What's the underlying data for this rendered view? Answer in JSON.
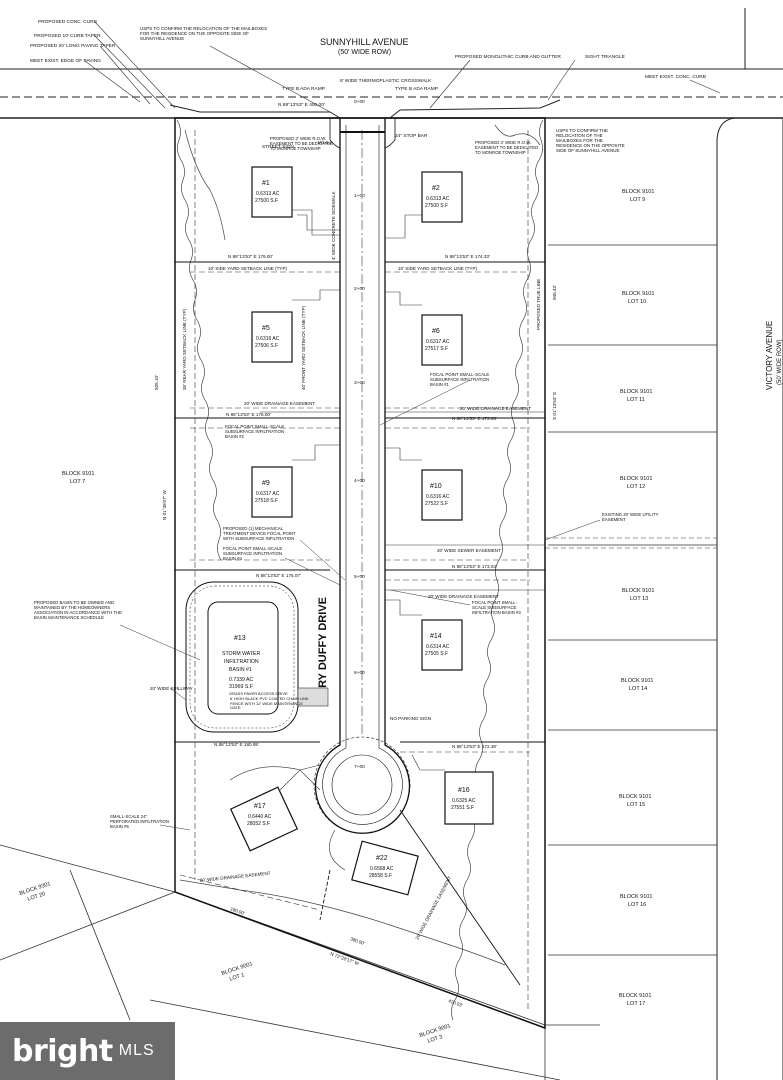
{
  "streets": {
    "top_name": "SUNNYHILL AVENUE",
    "top_row": "(50' WIDE ROW)",
    "right_name": "VICTORY AVENUE",
    "right_row": "(50' WIDE ROW)",
    "drive_name": "MARY DUFFY DRIVE"
  },
  "top_notes": {
    "curb": "PROPOSED CONC. CURB",
    "taper": "PROPOSED 10' CURB TAPER",
    "paving_taper": "PROPOSED 20' LONG PAVING TAPER",
    "edge": "MEET EXIST. EDGE OF PAVING",
    "usps": "USPS TO CONFIRM THE RELOCATION OF THE MAILBOXES FOR THE RESIDENCE ON THE OPPOSITE SIDE OF SUNNYHILL AVENUE",
    "crosswalk": "8' WIDE THERMOPLASTIC CROSSWALK",
    "curb_gutter": "PROPOSED MONOLITHIC CURB AND GUTTER",
    "sight": "SIGHT TRIANGLE",
    "meet_curb": "MEET EXIST. CONC. CURB",
    "ada_left": "TYPE B ADA RAMP",
    "ada_right": "TYPE B ADA RAMP",
    "frontage": "N 88°13'53\" E 400.00'",
    "stop_bar": "24\" STOP BAR",
    "street_sign": "STREET SIGN",
    "stop_sign": "W14-2",
    "usps_right": "USPS TO CONFIRM THE RELOCATION OF THE MAILBOXES FOR THE RESIDENCE ON THE OPPOSITE SIDE OF SUNNYHILL AVENUE"
  },
  "lots": [
    {
      "id": "#1",
      "acres": "0.6313 AC",
      "sf": "27500 S.F"
    },
    {
      "id": "#2",
      "acres": "0.6313 AC",
      "sf": "27500 S.F"
    },
    {
      "id": "#5",
      "acres": "0.6316 AC",
      "sf": "27506 S.F"
    },
    {
      "id": "#6",
      "acres": "0.6317 AC",
      "sf": "27517 S.F"
    },
    {
      "id": "#9",
      "acres": "0.6317 AC",
      "sf": "27518 S.F"
    },
    {
      "id": "#10",
      "acres": "0.6316 AC",
      "sf": "27522 S.F"
    },
    {
      "id": "#14",
      "acres": "0.6314 AC",
      "sf": "27505 S.F"
    },
    {
      "id": "#16",
      "acres": "0.6325 AC",
      "sf": "27551 S.F"
    },
    {
      "id": "#17",
      "acres": "0.6440 AC",
      "sf": "28052 S.F"
    },
    {
      "id": "#22",
      "acres": "0.6568 AC",
      "sf": "28558 S.F"
    }
  ],
  "basin": {
    "id": "#13",
    "name1": "STORM WATER",
    "name2": "INFILTRATION",
    "name3": "BASIN #1",
    "acres": "0.7339 AC",
    "sf": "31969 S.F",
    "gate1": "GRASS PAVER ACCESS DRIVE",
    "gate2": "6' HIGH BLACK PVC COATED CHAIN LINK FENCE WITH 12' WIDE MAINTENANCE GATE"
  },
  "blocks": [
    {
      "block": "BLOCK 9101",
      "lot": "LOT 9"
    },
    {
      "block": "BLOCK 9101",
      "lot": "LOT 10"
    },
    {
      "block": "BLOCK 9101",
      "lot": "LOT 11"
    },
    {
      "block": "BLOCK 9101",
      "lot": "LOT 12"
    },
    {
      "block": "BLOCK 9101",
      "lot": "LOT 13"
    },
    {
      "block": "BLOCK 9101",
      "lot": "LOT 14"
    },
    {
      "block": "BLOCK 9101",
      "lot": "LOT 15"
    },
    {
      "block": "BLOCK 9101",
      "lot": "LOT 16"
    },
    {
      "block": "BLOCK 9101",
      "lot": "LOT 17"
    },
    {
      "block": "BLOCK 9101",
      "lot": "LOT 7"
    },
    {
      "block": "BLOCK 9301",
      "lot": "LOT 20"
    },
    {
      "block": "BLOCK 9001",
      "lot": "LOT 1"
    },
    {
      "block": "BLOCK 9001",
      "lot": "LOT 3"
    }
  ],
  "lines": {
    "row_easement_l": "PROPOSED 3' WIDE R.O.W. EASEMENT TO BE DEDICATED TO MONROE TOWNSHIP",
    "row_easement_r": "PROPOSED 3' WIDE R.O.W. EASEMENT TO BE DEDICATED TO MONROE TOWNSHIP",
    "b1_l": "N 88°13'53\" E 176.00'",
    "b1_r": "N 88°13'53\" E 174.33'",
    "setback_l": "10' SIDE YARD SETBACK LINE (TYP)",
    "setback_r": "10' SIDE YARD SETBACK LINE (TYP)",
    "rear_setback": "35' REAR YARD SETBACK LINE (TYP)",
    "front_setback": "40' FRONT YARD SETBACK LINE (TYP)",
    "sidewalk": "4' WIDE CONCRETE SIDEWALK",
    "drain_l": "20' WIDE DRAINAGE EASEMENT",
    "drain_r": "20' WIDE DRAINAGE EASEMENT",
    "b2_l": "N 88°13'53\" E 176.00'",
    "b2_r": "N 88°13'53\" E 173.05'",
    "focal_r": "FOCAL POINT SMALL-SCALE SUBSURFACE INFILTRATION BASIN #1",
    "focal_l": "FOCAL POINT SMALL-SCALE SUBSURFACE INFILTRATION BASIN #2",
    "treatment": "PROPOSED (1) MECHANICAL TREATMENT DEVICE FOCAL POINT WITH SUBSURFACE INFILTRATION",
    "focal_l2": "FOCAL POINT SMALL-SCALE SUBSURFACE INFILTRATION BASIN #4",
    "sewer": "20' WIDE SEWER EASEMENT",
    "b3_l": "N 88°13'53\" E 175.07'",
    "b3_r": "N 88°13'53\" E 173.04'",
    "drain_r2": "20' WIDE DRAINAGE EASEMENT",
    "focal_r2": "FOCAL POINT SMALL-SCALE SUBSURFACE INFILTRATION BASIN #3",
    "utility": "EXISTING 20' WIDE UTILITY EASEMENT",
    "basin_owned": "PROPOSED BASIN TO BE OWNED AND MAINTAINED BY THE HOMEOWNERS ASSOCIATION IN ACCORDANCE WITH THE BASIN MAINTENANCE SCHEDULE",
    "spillway": "20' WIDE SPILLWAY",
    "b4": "N 88°13'53\" E 180.95'",
    "b5_r": "N 88°13'53\" E 172.39'",
    "no_parking": "NO PARKING SIGN",
    "small_scale": "SMALL-SCALE 24\" PERFORATED INFILTRATION BASIN #5",
    "drain_bottom": "20' WIDE DRAINAGE EASEMENT",
    "drain_diag": "20' WIDE DRAINAGE EASEMENT",
    "south": "N 72°20'17\" W",
    "d_180": "180.00'",
    "d_380": "380.00'",
    "d_420": "420.03'",
    "west_bearing": "N 01°46'07\" W",
    "west_len": "505.10'",
    "east_bearing": "S 01°13'53\" E",
    "east_len": "945.43'",
    "lot_line": "PROPOSED TRUE LINE",
    "stations": [
      "0+00",
      "1+00",
      "2+00",
      "3+00",
      "4+00",
      "5+00",
      "6+00",
      "7+00"
    ]
  },
  "watermark": {
    "word": "bright",
    "suffix": "MLS"
  }
}
